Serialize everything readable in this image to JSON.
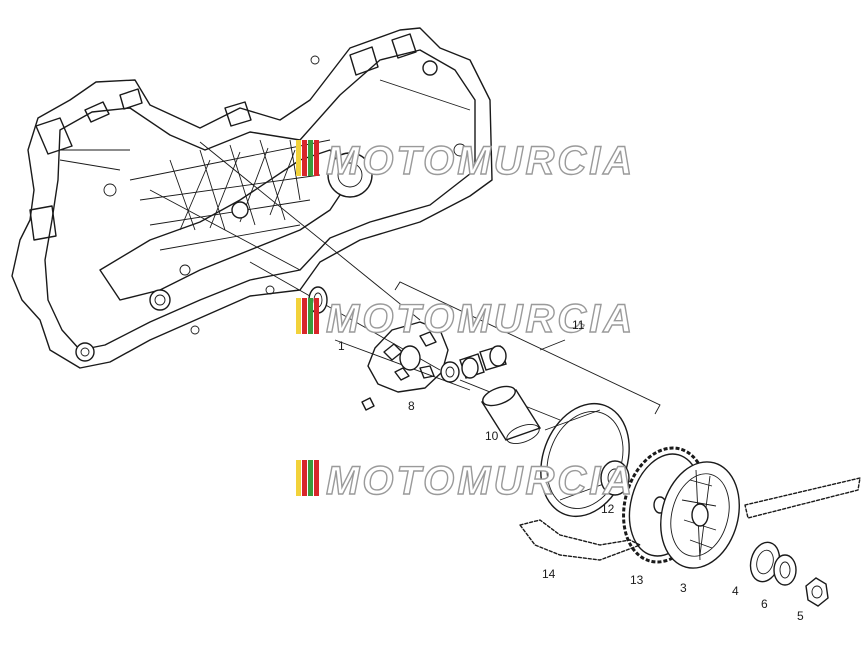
{
  "diagram": {
    "colors": {
      "line": "#1a1a1a",
      "watermark_outline": "#9a9a9a",
      "stripe_yellow": "#f2d23a",
      "stripe_red": "#d8262a",
      "stripe_green": "#3a9a3a"
    },
    "part_labels": {
      "p1": "1",
      "p3": "3",
      "p4": "4",
      "p5": "5",
      "p6": "6",
      "p8": "8",
      "p10": "10",
      "p11": "11",
      "p12": "12",
      "p13": "13",
      "p14": "14"
    },
    "watermarks": [
      {
        "text": "MOTOMURCIA"
      },
      {
        "text": "MOTOMURCIA"
      },
      {
        "text": "MOTOMURCIA"
      }
    ]
  }
}
